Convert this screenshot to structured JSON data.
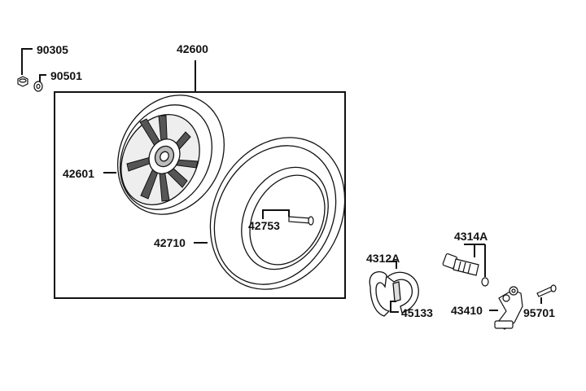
{
  "parts": {
    "p90305": "90305",
    "p90501": "90501",
    "p42600": "42600",
    "p42601": "42601",
    "p42753": "42753",
    "p42710": "42710",
    "p4312A": "4312A",
    "p45133": "45133",
    "p4314A": "4314A",
    "p43410": "43410",
    "p95701": "95701"
  },
  "colors": {
    "line": "#111111",
    "fill": "#ffffff",
    "shade": "#9a9a9a"
  }
}
